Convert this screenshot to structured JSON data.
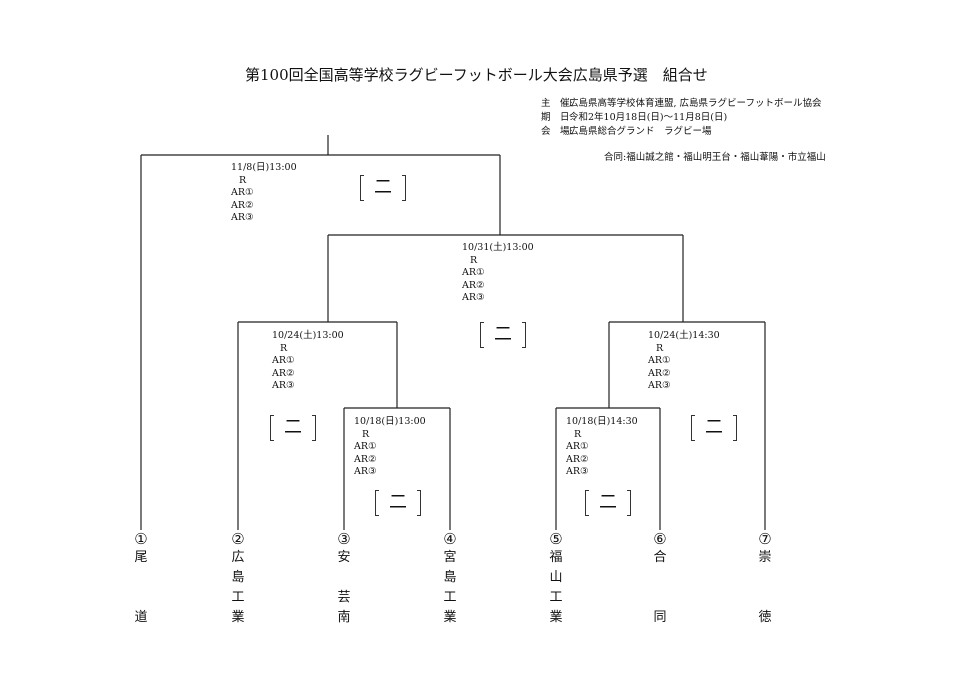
{
  "header": {
    "title": "第100回全国高等学校ラグビーフットボール大会広島県予選　組合せ",
    "info": [
      {
        "key": "主　催:",
        "value": "広島県高等学校体育連盟, 広島県ラグビーフットボール協会"
      },
      {
        "key": "期　日:",
        "value": "令和2年10月18日(日)〜11月8日(日)"
      },
      {
        "key": "会　場:",
        "value": "広島県総合グランド　ラグビー場"
      }
    ],
    "combined_note": "合同:福山誠之館・福山明王台・福山葦陽・市立福山"
  },
  "matches": [
    {
      "id": "final",
      "date": "11/8(日)13:00",
      "r": "R",
      "ar1": "AR①",
      "ar2": "AR②",
      "ar3": "AR③",
      "score": "二"
    },
    {
      "id": "semi-left",
      "date": "10/31(土)13:00",
      "r": "R",
      "ar1": "AR①",
      "ar2": "AR②",
      "ar3": "AR③",
      "score": "二"
    },
    {
      "id": "qf-left",
      "date": "10/24(土)13:00",
      "r": "R",
      "ar1": "AR①",
      "ar2": "AR②",
      "ar3": "AR③",
      "score": "二"
    },
    {
      "id": "qf-right",
      "date": "10/24(土)14:30",
      "r": "R",
      "ar1": "AR①",
      "ar2": "AR②",
      "ar3": "AR③",
      "score": "二"
    },
    {
      "id": "r1-left",
      "date": "10/18(日)13:00",
      "r": "R",
      "ar1": "AR①",
      "ar2": "AR②",
      "ar3": "AR③",
      "score": "二"
    },
    {
      "id": "r1-right",
      "date": "10/18(日)14:30",
      "r": "R",
      "ar1": "AR①",
      "ar2": "AR②",
      "ar3": "AR③",
      "score": "二"
    }
  ],
  "teams": [
    {
      "num": "①",
      "chars": [
        "尾",
        "",
        "",
        "道"
      ]
    },
    {
      "num": "②",
      "chars": [
        "広",
        "島",
        "工",
        "業"
      ]
    },
    {
      "num": "③",
      "chars": [
        "安",
        "",
        "芸",
        "南"
      ]
    },
    {
      "num": "④",
      "chars": [
        "宮",
        "島",
        "工",
        "業"
      ]
    },
    {
      "num": "⑤",
      "chars": [
        "福",
        "山",
        "工",
        "業"
      ]
    },
    {
      "num": "⑥",
      "chars": [
        "合",
        "",
        "",
        "同"
      ]
    },
    {
      "num": "⑦",
      "chars": [
        "崇",
        "",
        "",
        "徳"
      ]
    }
  ]
}
